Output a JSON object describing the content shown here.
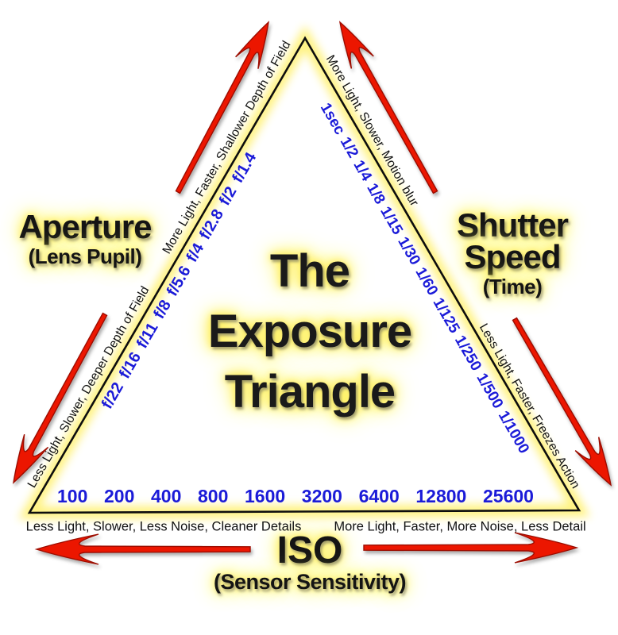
{
  "title": {
    "lines": [
      "The",
      "Exposure",
      "Triangle"
    ]
  },
  "aperture": {
    "label": "Aperture",
    "sublabel": "(Lens Pupil)",
    "increase_annotation": "More Light, Faster, Shallower Depth of Field",
    "decrease_annotation": "Less Light, Slower, Deeper Depth of Field",
    "stops": [
      "f/22",
      "f/16",
      "f/11",
      "f/8",
      "f/5.6",
      "f/4",
      "f/2.8",
      "f/2",
      "f/1.4"
    ]
  },
  "shutter_speed": {
    "label_lines": [
      "Shutter",
      "Speed"
    ],
    "sublabel": "(Time)",
    "increase_annotation": "More Light, Slower, Motion blur",
    "decrease_annotation": "Less Light, Faster, Freezes Action",
    "values": [
      "1sec",
      "1/2",
      "1/4",
      "1/8",
      "1/15",
      "1/30",
      "1/60",
      "1/125",
      "1/250",
      "1/500",
      "1/1000"
    ]
  },
  "iso": {
    "label": "ISO",
    "sublabel": "(Sensor Sensitivity)",
    "decrease_annotation": "Less Light, Slower, Less Noise, Cleaner Details",
    "increase_annotation": "More Light, Faster, More Noise, Less Detail",
    "values": [
      "100",
      "200",
      "400",
      "800",
      "1600",
      "3200",
      "6400",
      "12800",
      "25600"
    ]
  },
  "icons": {
    "arrows": "red-direction-arrow"
  },
  "colors": {
    "value_blue": "#1b1bd8",
    "arrow_red": "#ec1405",
    "arrow_red_dark": "#9c0c03",
    "glow_yellow": "#ffee3e",
    "edge_glow": "#fff173",
    "text_black": "#111111"
  }
}
